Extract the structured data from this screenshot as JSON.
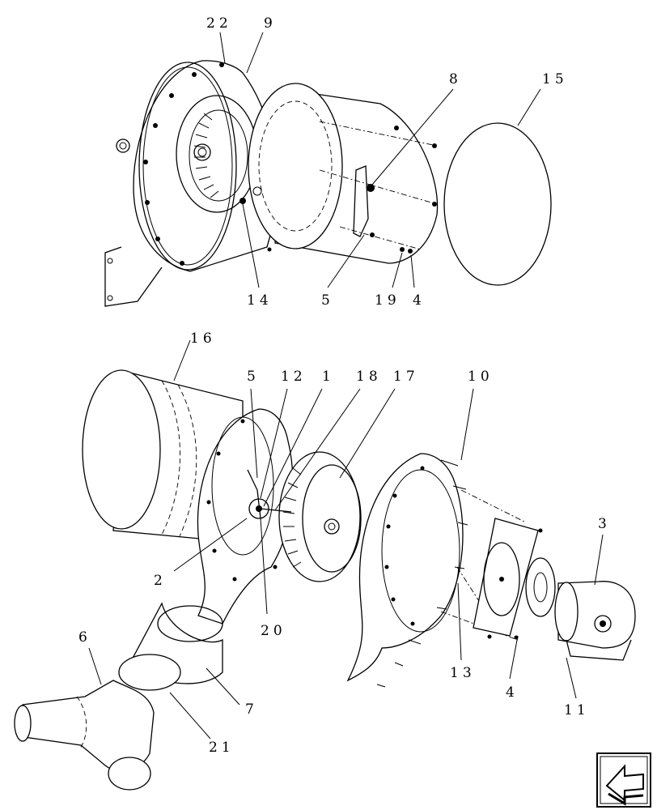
{
  "callouts": {
    "c22a": "22",
    "c9a": "9",
    "c8": "8",
    "c15": "15",
    "c14": "14",
    "c5a": "5",
    "c19": "19",
    "c4a": "4",
    "c16": "16",
    "c5b": "5",
    "c12": "12",
    "c1": "1",
    "c18": "18",
    "c17": "17",
    "c10": "10",
    "c3": "3",
    "c2": "2",
    "c20": "20",
    "c13": "13",
    "c4b": "4",
    "c11": "11",
    "c6": "6",
    "c7": "7",
    "c21": "21"
  },
  "nav": {
    "icon": "arrow-down-left-icon"
  }
}
